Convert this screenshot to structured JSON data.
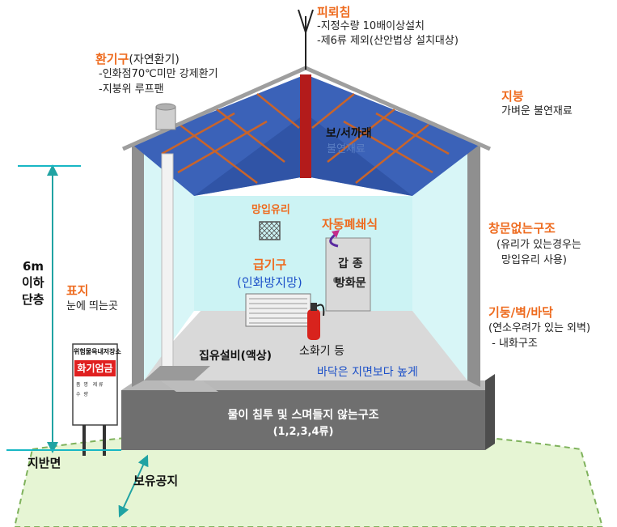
{
  "diagram": {
    "lightning_rod": {
      "title": "피뢰침",
      "lines": [
        "-지정수량 10배이상설치",
        "-제6류 제외(산안법상 설치대상)"
      ]
    },
    "vent": {
      "title": "환기구",
      "title_paren": "(자연환기)",
      "lines": [
        "-인화점70℃미만 강제환기",
        "-지붕위 루프팬"
      ]
    },
    "roof": {
      "title": "지붕",
      "desc": "가벼운 불연재료"
    },
    "beam": {
      "title": "보/서까래",
      "desc": "불연재료"
    },
    "wired_glass": "망입유리",
    "auto_close": "자동폐쇄식",
    "door": {
      "line1": "갑 종",
      "line2": "방화문"
    },
    "supply_vent": {
      "title": "급기구",
      "desc": "(인화방지망)"
    },
    "no_window": {
      "title": "창문없는구조",
      "lines": [
        "(유리가 있는경우는",
        "망입유리 사용)"
      ]
    },
    "pillar": {
      "title": "기둥/벽/바닥",
      "lines": [
        "(연소우려가 있는 외벽)",
        " - 내화구조"
      ]
    },
    "height": {
      "lines": [
        "6m",
        "이하",
        "단층"
      ]
    },
    "sign": {
      "title": "표지",
      "desc": "눈에 띄는곳",
      "board_top": "위험물옥내저장소",
      "board_main": "화기엄금",
      "board_rows": [
        "품  명   제 류",
        "수  량"
      ]
    },
    "oil_collection": "집유설비(액상)",
    "extinguisher": "소화기 등",
    "floor_note": "바닥은 지면보다 높게",
    "foundation": {
      "line1": "물이 침투 및 스며들지 않는구조",
      "line2": "(1,2,3,4류)"
    },
    "ground": "지반면",
    "clearance": "보유공지",
    "colors": {
      "accent_orange": "#ee6b1f",
      "roof_blue": "#2c4f9e",
      "wall_light": "#c9f1f3",
      "foundation": "#6f6f6f",
      "lawn": "#e6f5d4",
      "cyan_line": "#18b7c4"
    }
  }
}
